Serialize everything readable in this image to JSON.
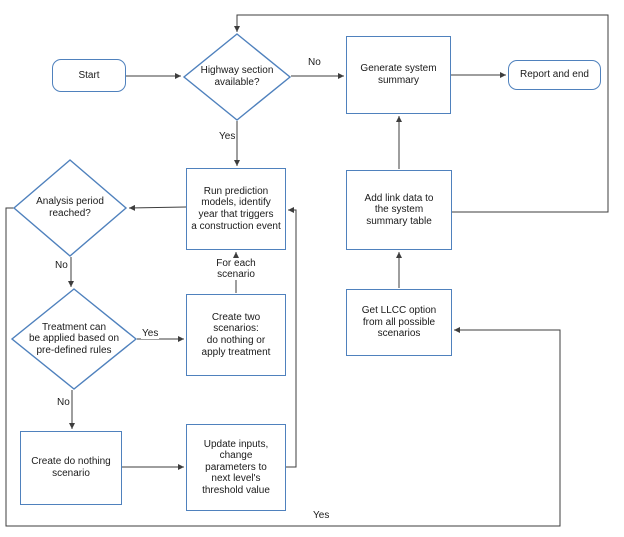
{
  "diagram": {
    "type": "flowchart",
    "colors": {
      "node_border": "#4f81bd",
      "connector": "#3d3d3d",
      "text": "#1a1a1a",
      "background": "#ffffff"
    },
    "nodes": {
      "start": {
        "label": "Start",
        "shape": "terminator"
      },
      "highway": {
        "label": "Highway section\navailable?",
        "shape": "decision"
      },
      "generate_summary": {
        "label": "Generate system\nsummary",
        "shape": "process"
      },
      "report_end": {
        "label": "Report and end",
        "shape": "terminator"
      },
      "run_prediction": {
        "label": "Run prediction\nmodels, identify\nyear that triggers\na construction event",
        "shape": "process"
      },
      "add_link_data": {
        "label": "Add link data to\nthe system\nsummary table",
        "shape": "process"
      },
      "analysis_period": {
        "label": "Analysis period\nreached?",
        "shape": "decision"
      },
      "treatment_rules": {
        "label": "Treatment can\nbe applied based on\npre-defined rules",
        "shape": "decision"
      },
      "create_two_scenarios": {
        "label": "Create two\nscenarios:\ndo nothing or\napply treatment",
        "shape": "process"
      },
      "get_llcc": {
        "label": "Get LLCC option\nfrom all possible\nscenarios",
        "shape": "process"
      },
      "create_do_nothing": {
        "label": "Create do nothing\nscenario",
        "shape": "process"
      },
      "update_inputs": {
        "label": "Update inputs,\nchange\nparameters to\nnext level's\nthreshold value",
        "shape": "process"
      }
    },
    "edge_labels": {
      "highway_no": "No",
      "highway_yes": "Yes",
      "for_each_scenario": "For each scenario",
      "analysis_no": "No",
      "treatment_yes": "Yes",
      "treatment_no": "No",
      "analysis_yes": "Yes"
    },
    "edges": [
      {
        "from": "start",
        "to": "highway",
        "label": ""
      },
      {
        "from": "highway",
        "to": "generate_summary",
        "label": "No"
      },
      {
        "from": "generate_summary",
        "to": "report_end",
        "label": ""
      },
      {
        "from": "highway",
        "to": "run_prediction",
        "label": "Yes"
      },
      {
        "from": "run_prediction",
        "to": "analysis_period",
        "label": ""
      },
      {
        "from": "analysis_period",
        "to": "treatment_rules",
        "label": "No"
      },
      {
        "from": "treatment_rules",
        "to": "create_two_scenarios",
        "label": "Yes"
      },
      {
        "from": "create_two_scenarios",
        "to": "run_prediction",
        "label": "For each scenario"
      },
      {
        "from": "treatment_rules",
        "to": "create_do_nothing",
        "label": "No"
      },
      {
        "from": "create_do_nothing",
        "to": "update_inputs",
        "label": ""
      },
      {
        "from": "update_inputs",
        "to": "run_prediction",
        "label": ""
      },
      {
        "from": "analysis_period",
        "to": "get_llcc",
        "label": "Yes"
      },
      {
        "from": "get_llcc",
        "to": "add_link_data",
        "label": ""
      },
      {
        "from": "add_link_data",
        "to": "generate_summary",
        "label": ""
      },
      {
        "from": "add_link_data",
        "to": "highway",
        "label": ""
      }
    ]
  }
}
